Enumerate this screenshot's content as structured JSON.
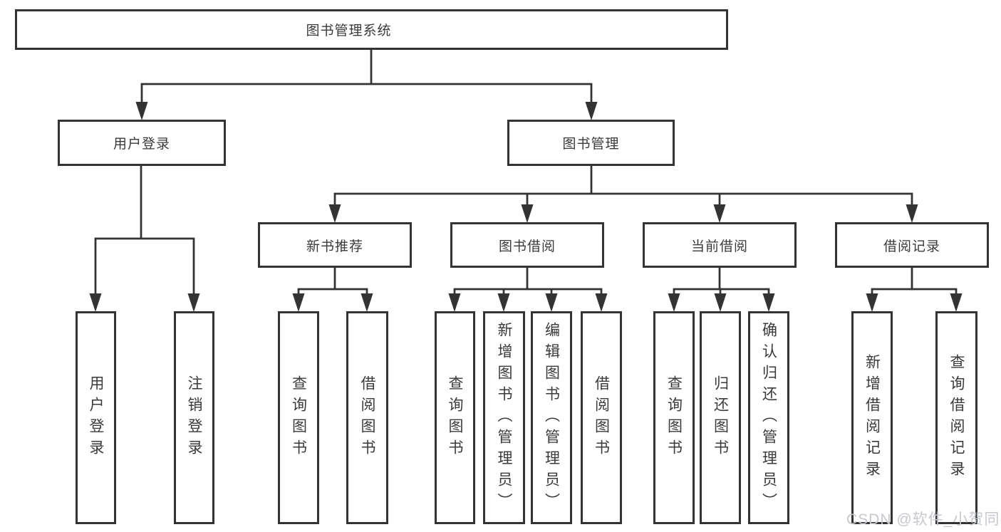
{
  "diagram": {
    "root": {
      "label": "图书管理系统"
    },
    "branches": [
      {
        "label": "用户登录",
        "children": [
          {
            "label": "用户登录"
          },
          {
            "label": "注销登录"
          }
        ]
      },
      {
        "label": "图书管理",
        "children": [
          {
            "label": "新书推荐",
            "children": [
              {
                "label": "查询图书"
              },
              {
                "label": "借阅图书"
              }
            ]
          },
          {
            "label": "图书借阅",
            "children": [
              {
                "label": "查询图书"
              },
              {
                "label": "新增图书（管理员）"
              },
              {
                "label": "编辑图书（管理员）"
              },
              {
                "label": "借阅图书"
              }
            ]
          },
          {
            "label": "当前借阅",
            "children": [
              {
                "label": "查询图书"
              },
              {
                "label": "归还图书"
              },
              {
                "label": "确认归还（管理员）"
              }
            ]
          },
          {
            "label": "借阅记录",
            "children": [
              {
                "label": "新增借阅记录"
              },
              {
                "label": "查询借阅记录"
              }
            ]
          }
        ]
      }
    ]
  },
  "watermark": {
    "text": "CSDN @软件_小贺同学"
  },
  "colors": {
    "line": "#333333",
    "box_border": "#333333",
    "text": "#3a3a3a",
    "watermark": "#c5c8cd",
    "background": "#ffffff"
  }
}
